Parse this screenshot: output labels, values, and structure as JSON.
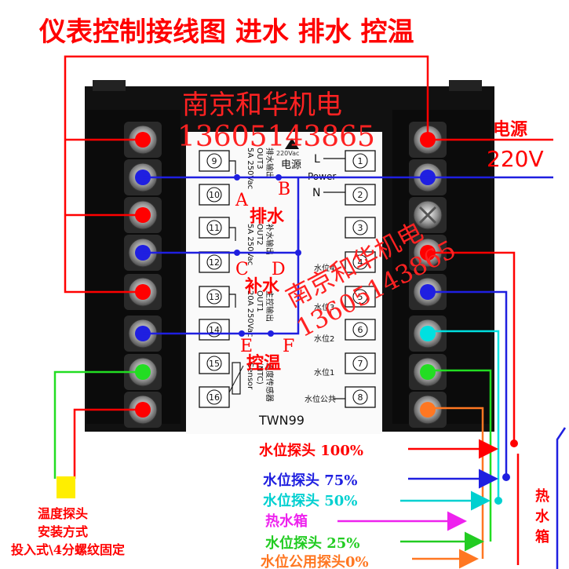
{
  "title": "仪表控制接线图 进水 排水 控温",
  "watermark": {
    "company": "南京和华机电",
    "phone": "13605143865"
  },
  "power": {
    "label": "电源",
    "voltage": "220V"
  },
  "panel": {
    "model": "TWN99",
    "left_terminals": [
      "9",
      "10",
      "11",
      "12",
      "13",
      "14",
      "15",
      "16"
    ],
    "right_terminals": [
      "1",
      "2",
      "3",
      "4",
      "5",
      "6",
      "7",
      "8"
    ],
    "top_header": [
      "220Vac",
      "电源",
      "Power"
    ],
    "L": "L",
    "N": "N",
    "rating_1": "5A 250Vac",
    "out_1": "OUT3",
    "out_1_name": "排水输出",
    "rating_2": "5A 250Vac",
    "out_2": "OUT2",
    "out_2_name": "补水输出",
    "rating_3": "20A 250Vac",
    "out_3": "OUT1",
    "out_3_name": "主控输出",
    "sensor": "Sensor",
    "sensor_type": "(NTC)",
    "sensor_name": "温度传感器",
    "level4": "水位4",
    "level3": "水位3",
    "level2": "水位2",
    "level1": "水位1",
    "level_common": "水位公共"
  },
  "annotations": {
    "A": "A",
    "B": "B",
    "drain": "排水",
    "C": "C",
    "D": "D",
    "fill": "补水",
    "E": "E",
    "F": "F",
    "temp_ctrl": "控温"
  },
  "legend": {
    "probe100": "水位探头 100%",
    "probe75": "水位探头 75%",
    "probe50": "水位探头 50%",
    "tank": "热水箱",
    "probe25": "水位探头 25%",
    "common": "水位公用探头0%",
    "tank_side": [
      "热",
      "水",
      "箱"
    ]
  },
  "install_note": [
    "温度探头",
    "安装方式",
    "投入式\\4分螺纹固定"
  ],
  "colors": {
    "red": "#ff0000",
    "blue": "#1f1fe0",
    "cyan": "#00e0e0",
    "green": "#22dd22",
    "magenta": "#ee22ee",
    "orange": "#ff7722",
    "yellow": "#ffee00"
  }
}
